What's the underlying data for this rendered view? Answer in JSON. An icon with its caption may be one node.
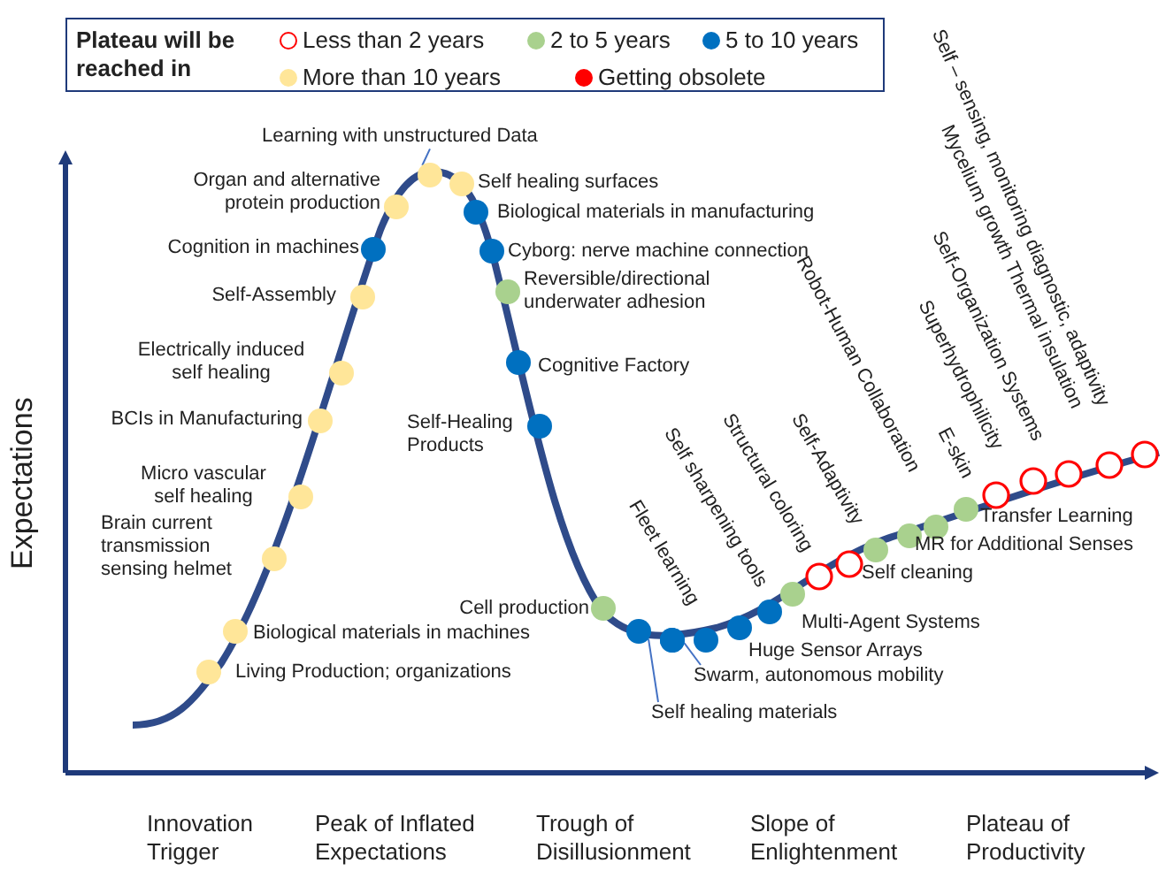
{
  "diagram": {
    "nodes": [
      {
        "text": [
          "Learning with unstructured Data"
        ]
      },
      {
        "text": [],
        "shape": "circle"
      },
      {
        "text": [
          "Swarm, autonomous mobility"
        ]
      },
      {
        "text": [],
        "shape": "circle"
      },
      {
        "text": [
          "Self healing materials"
        ]
      },
      {
        "text": [],
        "shape": "circle"
      }
    ],
    "edges": [
      {
        "from": 0,
        "to": 1,
        "arrow": "none"
      },
      {
        "from": 2,
        "to": 3,
        "arrow": "none"
      },
      {
        "from": 4,
        "to": 5,
        "arrow": "none"
      }
    ],
    "labels": [
      "Plateau will be reached in",
      "Organ and alternative protein production",
      "Self healing surfaces",
      "Biological materials in manufacturing",
      "Cognition in machines",
      "Cyborg: nerve machine connection",
      "Reversible/directional underwater adhesion",
      "Self-Assembly",
      "Electrically induced self healing",
      "Cognitive Factory",
      "BCIs in Manufacturing",
      "Self-Healing Products",
      "Micro vascular self healing",
      "Brain current transmission sensing helmet",
      "Cell production",
      "Biological materials in machines",
      "Living Production; organizations",
      "Fleet learning",
      "Self sharpening tools",
      "Structural coloring",
      "Self-Adaptivity",
      "Robot-Human Collaboration",
      "E-skin",
      "Superhydrophilicity",
      "Self-Organization Systems",
      "Mycelium growth Thermal insulation",
      "Self – sensing, monitoring diagnostic, adaptivity",
      "Multi-Agent Systems",
      "Huge Sensor Arrays",
      "Self cleaning",
      "MR for Additional Senses",
      "Transfer Learning",
      "Expectations",
      "Innovation Trigger",
      "Peak of Inflated Expectations",
      "Trough of Disillusionment",
      "Slope of Enlightenment",
      "Plateau of Productivity"
    ],
    "legend": [
      {
        "text": "Less than 2 years"
      },
      {
        "text": "2 to 5 years",
        "color": "#a9d18e"
      },
      {
        "text": "5 to 10 years",
        "color": "#0070c0"
      },
      {
        "text": "More than 10 years",
        "color": "#ffe699"
      },
      {
        "text": "Getting obsolete",
        "color": "#ff0000"
      }
    ]
  }
}
